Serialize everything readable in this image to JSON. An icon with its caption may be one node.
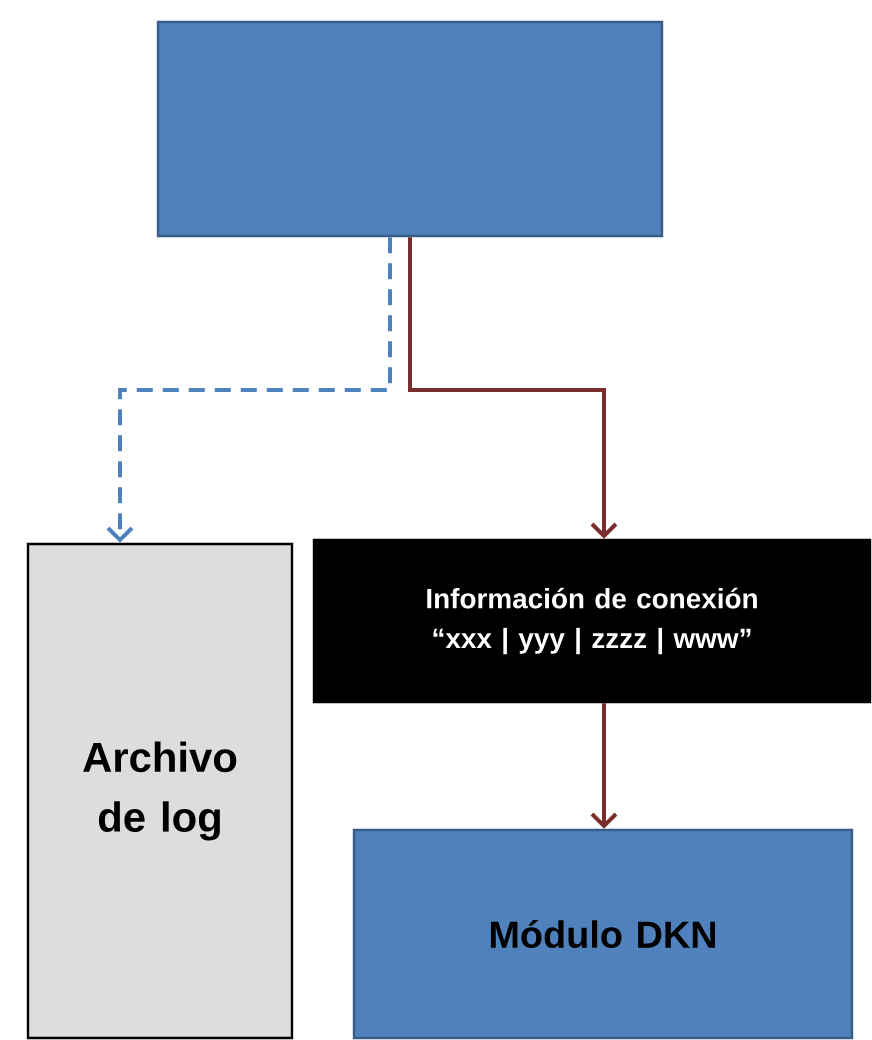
{
  "diagram": {
    "nodes": [
      {
        "text": [],
        "shape": "box"
      },
      {
        "text": [
          "Archivo de log"
        ]
      },
      {
        "text": [
          "Información de conexión",
          "“xxx | yyy  | zzzz | www”"
        ]
      },
      {
        "text": [
          "Módulo DKN"
        ]
      }
    ],
    "edges": [
      {
        "from": 0,
        "to": 1,
        "arrow": "to",
        "style": "dashed",
        "color": "#4f81bd"
      },
      {
        "from": 0,
        "to": 2,
        "arrow": "to"
      },
      {
        "from": 2,
        "to": 3,
        "arrow": "to"
      }
    ]
  }
}
